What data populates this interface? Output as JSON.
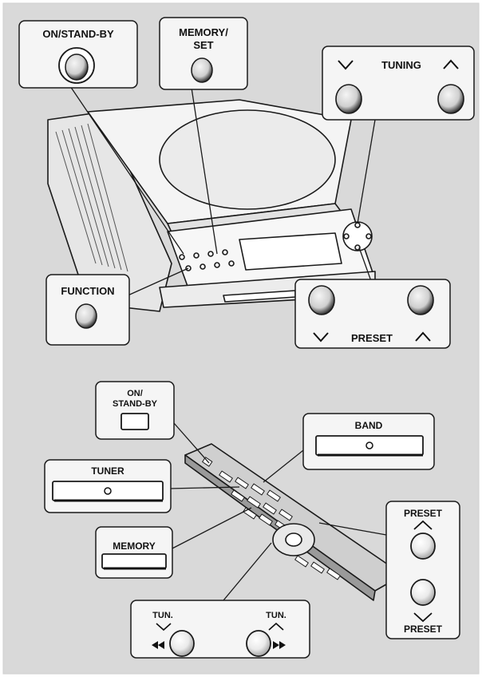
{
  "main_unit": {
    "on_standby": {
      "label": "ON/STAND-BY"
    },
    "memory_set": {
      "line1": "MEMORY/",
      "line2": "SET"
    },
    "tuning": {
      "label": "TUNING",
      "down_icon": "chevron-down-icon",
      "up_icon": "chevron-up-icon"
    },
    "function": {
      "label": "FUNCTION"
    },
    "preset": {
      "label": "PRESET",
      "down_icon": "chevron-down-icon",
      "up_icon": "chevron-up-icon"
    }
  },
  "remote": {
    "on_standby": {
      "line1": "ON/",
      "line2": "STAND-BY"
    },
    "band": {
      "label": "BAND"
    },
    "tuner": {
      "label": "TUNER"
    },
    "memory": {
      "label": "MEMORY"
    },
    "preset": {
      "top_label": "PRESET",
      "bottom_label": "PRESET"
    },
    "tun": {
      "left_label": "TUN.",
      "right_label": "TUN.",
      "rewind_icon": "rewind-icon",
      "fast_forward_icon": "fast-forward-icon"
    }
  },
  "colors": {
    "background_panel": "#d9d9d9",
    "callout_fill": "#f5f5f5",
    "outline": "#1a1a1a",
    "button_fill": "#ffffff"
  }
}
